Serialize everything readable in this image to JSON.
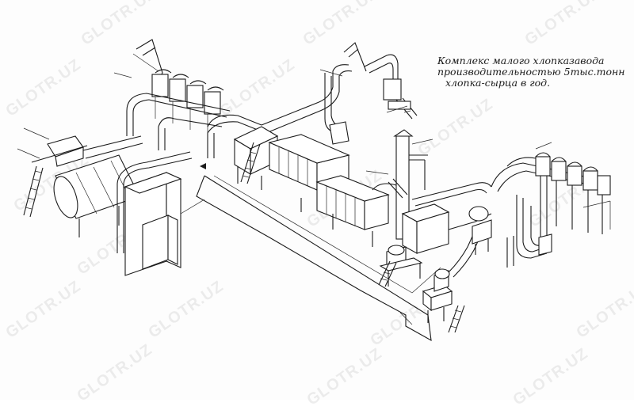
{
  "title": {
    "line1": "Комплекс малого хлопказавода",
    "line2": "производительностью 5тыс.тонн",
    "line3": "хлопка-сырца в год."
  },
  "watermark": {
    "text": "GLOTR.UZ",
    "color": "#000000"
  },
  "drawing": {
    "style": "isometric line drawing",
    "stroke_color": "#1b1b1b",
    "background_color": "#ffffff",
    "components": [
      "dryer-drum",
      "elevator-tower",
      "cyclone-separators",
      "ducting",
      "gin-stands",
      "ladders",
      "feeders",
      "floor-outline"
    ]
  }
}
